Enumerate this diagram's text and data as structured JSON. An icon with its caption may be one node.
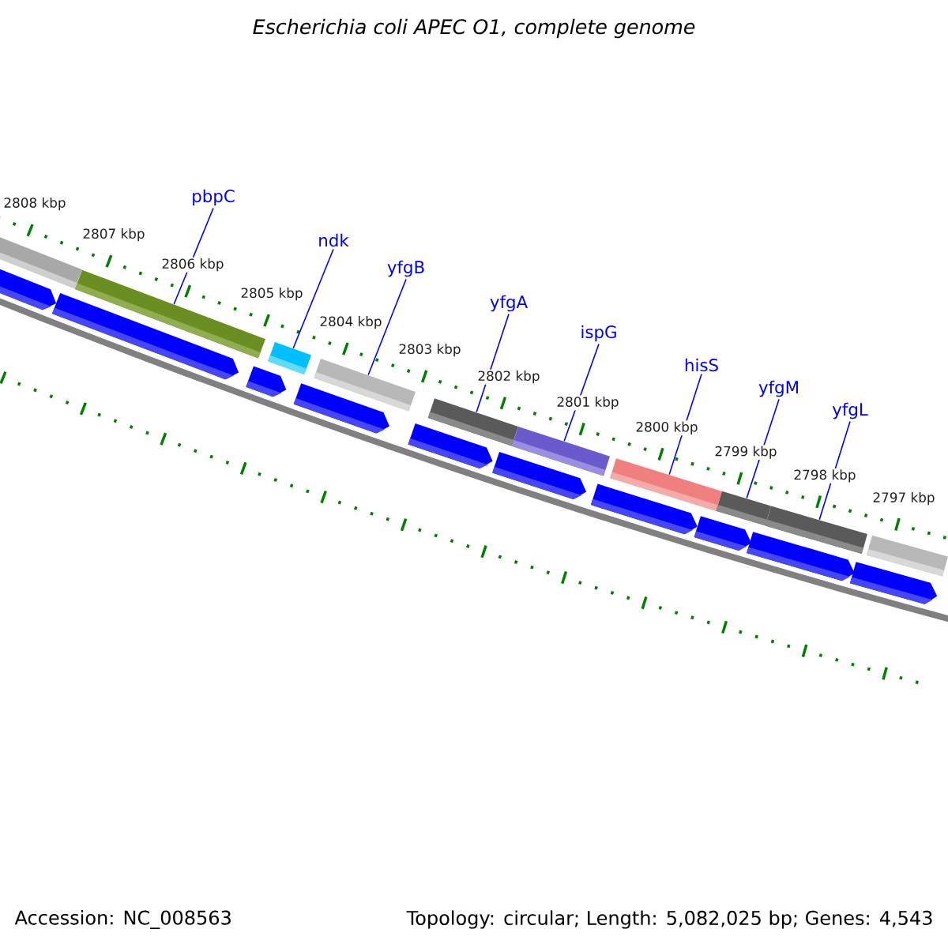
{
  "diagram": {
    "title": "Escherichia coli APEC O1, complete genome",
    "nodes": [
      {
        "text": [
          "pbpC"
        ]
      },
      {
        "text": [
          "ndk"
        ]
      },
      {
        "text": [
          "yfgB"
        ]
      },
      {
        "text": [
          "yfgA"
        ]
      },
      {
        "text": [
          "ispG"
        ]
      },
      {
        "text": [
          "hisS"
        ]
      },
      {
        "text": [
          "yfgM"
        ]
      },
      {
        "text": [
          "yfgL"
        ]
      },
      {
        "text": [],
        "shape": "bar"
      },
      {
        "text": [],
        "shape": "bar"
      },
      {
        "text": [],
        "shape": "bar"
      },
      {
        "text": [],
        "shape": "bar"
      },
      {
        "text": [],
        "shape": "bar"
      },
      {
        "text": [],
        "shape": "bar"
      },
      {
        "text": [],
        "shape": "bar"
      },
      {
        "text": [],
        "shape": "bar"
      },
      {
        "text": [],
        "shape": "bar"
      },
      {
        "text": [],
        "shape": "bar"
      },
      {
        "text": [],
        "shape": "arrow"
      },
      {
        "text": [],
        "shape": "arrow"
      },
      {
        "text": [],
        "shape": "arrow"
      },
      {
        "text": [],
        "shape": "arrow"
      },
      {
        "text": [],
        "shape": "arrow"
      },
      {
        "text": [],
        "shape": "arrow"
      },
      {
        "text": [],
        "shape": "arrow"
      },
      {
        "text": [],
        "shape": "arrow"
      },
      {
        "text": [],
        "shape": "arrow"
      },
      {
        "text": [],
        "shape": "arrow"
      }
    ],
    "edges": [
      {
        "from": 0,
        "to": 9,
        "arrow": "none"
      },
      {
        "from": 1,
        "to": 10,
        "arrow": "none"
      },
      {
        "from": 2,
        "to": 11,
        "arrow": "none"
      },
      {
        "from": 3,
        "to": 12,
        "arrow": "none"
      },
      {
        "from": 4,
        "to": 13,
        "arrow": "none"
      },
      {
        "from": 5,
        "to": 14,
        "arrow": "none"
      },
      {
        "from": 6,
        "to": 15,
        "arrow": "none"
      },
      {
        "from": 7,
        "to": 16,
        "arrow": "none"
      }
    ],
    "labels": [
      "2808 kbp",
      "2807 kbp",
      "2806 kbp",
      "2805 kbp",
      "2804 kbp",
      "2803 kbp",
      "2802 kbp",
      "2801 kbp",
      "2800 kbp",
      "2799 kbp",
      "2798 kbp",
      "2797 kbp",
      "Accession: NC_008563",
      "Topology: circular; Length: 5,082,025 bp; Genes: 4,543"
    ]
  }
}
